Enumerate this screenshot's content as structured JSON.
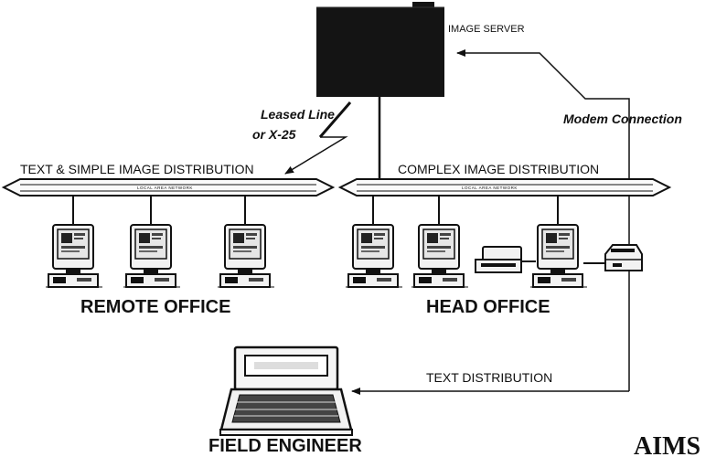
{
  "server": {
    "label": "IMAGE SERVER"
  },
  "links": {
    "leased_line": "Leased Line",
    "x25": "or X-25",
    "modem": "Modem Connection",
    "text_distribution": "TEXT DISTRIBUTION"
  },
  "networks": {
    "remote": {
      "title": "TEXT & SIMPLE IMAGE DISTRIBUTION",
      "bus_label": "LOCAL AREA NETWORK"
    },
    "head": {
      "title": "COMPLEX IMAGE DISTRIBUTION",
      "bus_label": "LOCAL AREA NETWORK"
    }
  },
  "sites": {
    "remote_office": "REMOTE OFFICE",
    "head_office": "HEAD OFFICE",
    "field_engineer": "FIELD ENGINEER"
  },
  "logo": {
    "text": "AIMS"
  },
  "icons": [
    "server-icon",
    "workstation-icon",
    "printer-icon",
    "scanner-icon",
    "laptop-icon"
  ]
}
